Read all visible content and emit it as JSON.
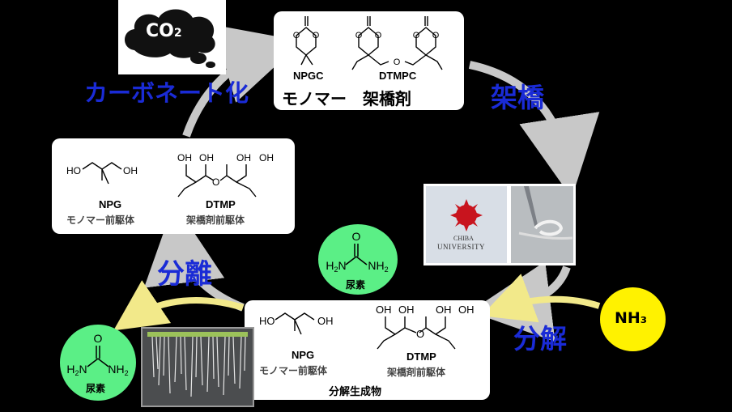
{
  "co2": {
    "label": "CO",
    "sub": "2"
  },
  "steps": {
    "carbonation": "カーボネート化",
    "crosslink": "架橋",
    "decomposition": "分解",
    "separation": "分離"
  },
  "monomer_panel": {
    "npgc": "NPGC",
    "dtmpc": "DTMPC",
    "caption": "モノマー　架橋剤"
  },
  "precursor_panel": {
    "npg": "NPG",
    "npg_sub": "モノマー前駆体",
    "dtmp": "DTMP",
    "dtmp_sub": "架橋剤前駆体"
  },
  "products_panel": {
    "npg": "NPG",
    "npg_sub": "モノマー前駆体",
    "dtmp": "DTMP",
    "dtmp_sub": "架橋剤前駆体",
    "caption": "分解生成物"
  },
  "urea": {
    "label": "尿素"
  },
  "ammonia": {
    "label": "NH₃"
  },
  "photo": {
    "logo_line1": "CHIBA",
    "logo_line2": "UNIVERSITY"
  },
  "colors": {
    "arrow_gray": "#c8c8c8",
    "arrow_yellow": "#f2e98a",
    "urea_green": "#5bef86",
    "nh3_yellow": "#fff200",
    "text_blue": "#1a2bd6"
  }
}
